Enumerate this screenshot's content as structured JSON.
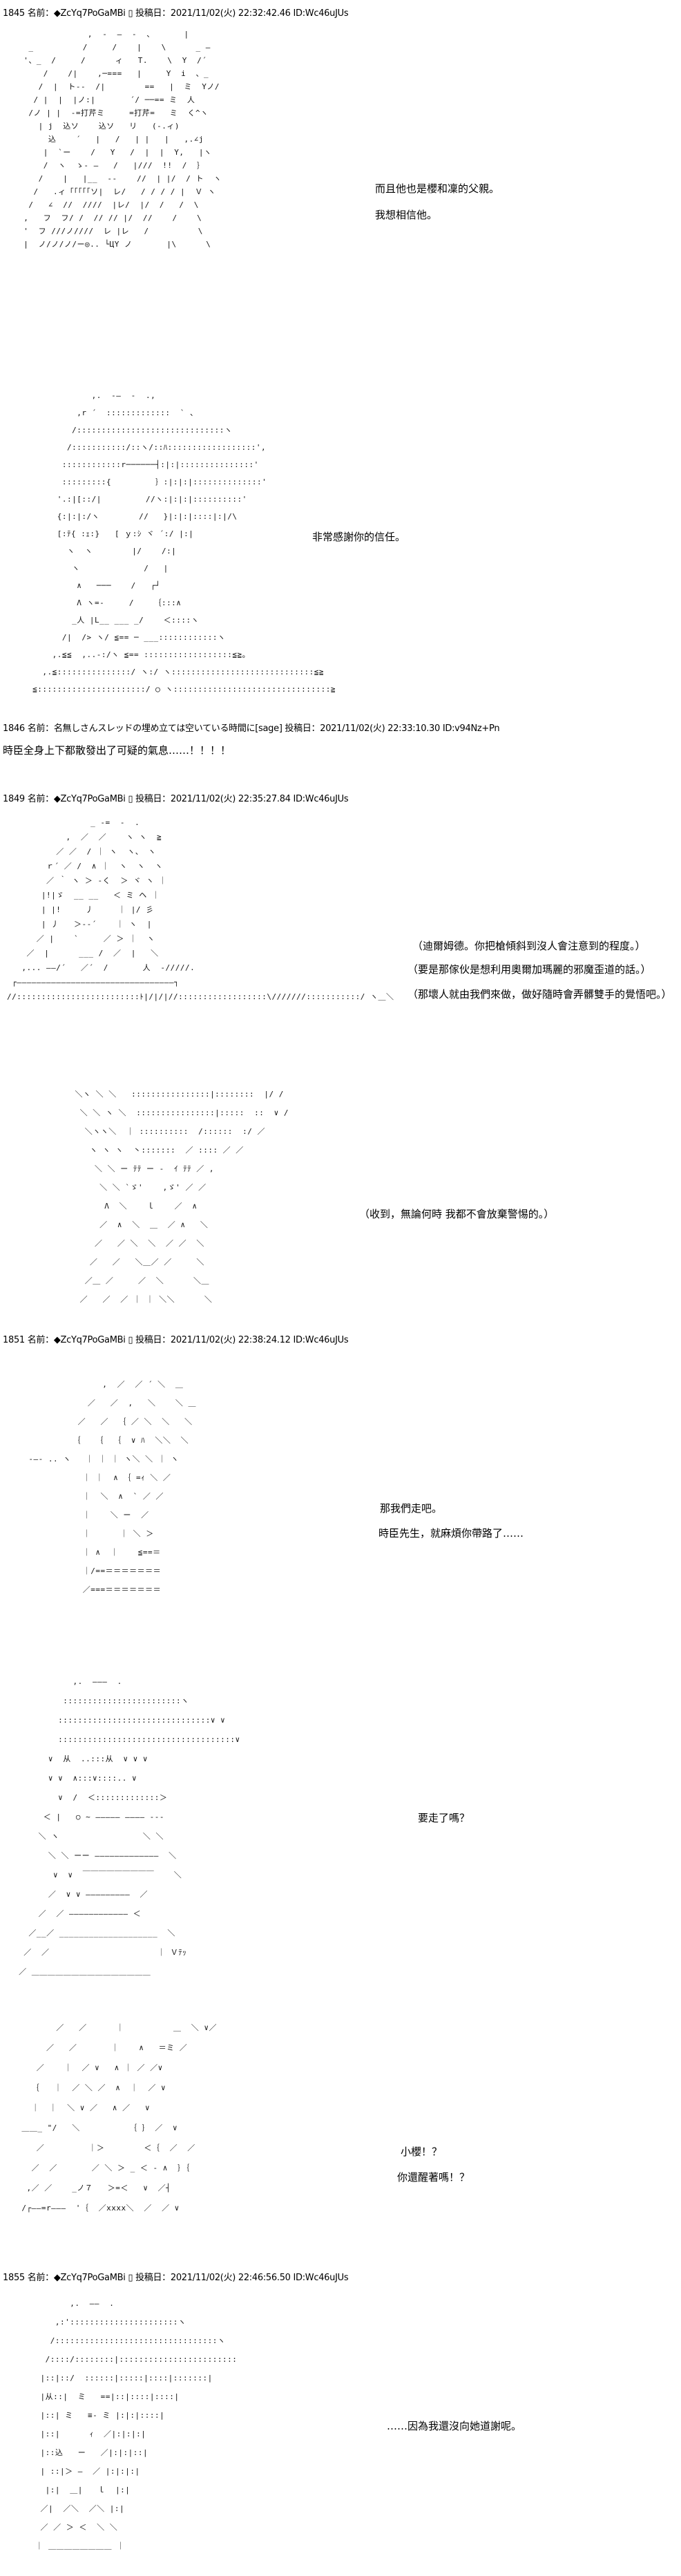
{
  "posts": [
    {
      "header": "1845 名前：◆ZcYq7PoGaMBi ▯ 投稿日：2021/11/02(火) 22:32:42.46 ID:Wc46uJUs",
      "art": [
        "               ,  -  ―  -  、      |",
        "   _          /     /    |    \\      _ ―",
        "  '、_  /     /      ィ   T.    \\  Y  /´",
        "      /    /|    ,─===   |     Y  i  、_",
        "     /  |  ト-‐  /|        ==   |  ミ  Yノ/",
        "    / |  |  |ノ:|       ´/ ──== ミ  人",
        "   /ノ | |  -=打芹ミ     =打芹=   ミ  く^ヽ",
        "     | j  込ソ    込ソ   リ   (-.ィ)",
        "       込    ´   |   /   | |   |   ,.∠j",
        "      |  `ー    /   Y   /  |  |  Y,   |ヽ",
        "      /  ヽ  ゝ- ―   /   |///  !!  /  ｝",
        "     /    |   |__  --    //  | |/  / ト  ヽ",
        "    /   .ィ「「「「「ソ|  レ/   / / / / |  Ｖ ヽ",
        "   /   ∠  //  ////  |レ/  |/  /   /  \\",
        "  ,   フ  フ/ /  // // |/  //    /    \\",
        "  '  フ ///ノ////  レ |レ   /          \\",
        "  |  ノ/ノ/ノ/ー◎.. └ЦY ノ       |\\      \\"
      ],
      "lines": [
        "而且他也是櫻和凜的父親。",
        "我想相信他。"
      ],
      "art2": [
        "             ,.  -―  -  .,",
        "          ,r ´  :::::::::::::  ` 、",
        "         /::::::::::::::::::::::::::::::ヽ",
        "        /:::::::::::/::ヽ/::ﾊ::::::::::::::::::',",
        "       ::::::::::::r──────┤:|:|:::::::::::::::'",
        "       :::::::::{         ｝:|:|:|::::::::::::::'",
        "      '.:|[::/|         //ヽ:|:|:|::::::::::'",
        "      {:|:|:/ヽ        //   }|:|:|::::|:|/\\",
        "      [:ﾃ{ :ｪ:}   [ ｙ:ｼ ヾ ´:/ |:|",
        "        ヽ  ヽ        |/    /:|",
        "         ヽ             /   |",
        "          ∧   ───    /   ┌┘",
        "          Λ ヽ=-     /    ｛:::∧",
        "         _人 |L__ ___ _/    ＜::::ヽ",
        "       /|  /> ヽ/ ≦== ─ ___::::::::::::ヽ",
        "     ,.≦≦  ,..-:/ヽ ≦== ::::::::::::::::::≦≧。",
        "   ,.≦:::::::::::::::/ ヽ:/ ヽ:::::::::::::::::::::::::::::≦≧",
        " ≦::::::::::::::::::::::/ ◯ ヽ::::::::::::::::::::::::::::::::≧"
      ],
      "lines2": [
        "非常感謝你的信任。"
      ]
    },
    {
      "header": "1846 名前：名無しさんスレッドの埋め立ては空いている時間に[sage] 投稿日：2021/11/02(火) 22:33:10.30 ID:v94Nz+Pn",
      "lines": [
        "時臣全身上下都散發出了可疑的氣息……！！！！"
      ]
    },
    {
      "header": "1849 名前：◆ZcYq7PoGaMBi ▯ 投稿日：2021/11/02(火) 22:35:27.84 ID:Wc46uJUs",
      "art": [
        "                 _ -=  -  .",
        "            ,  ／  ／    ヽ ヽ  ≧",
        "          ／ ／  / ｜ ヽ  ヽ、 ヽ",
        "        ｒ´ ／ /  ∧ ｜  ヽ  ヽ  ヽ",
        "        ／ ｀ ヽ ＞ -く  ＞ ヾ ヽ ｜",
        "       |!|ゞ  __ __   ＜ ミ ヘ ｜",
        "       | |!     丿     ｜ |/ 彡",
        "       | 丿   ＞-‐´    ｜ ヽ  |",
        "      ／ |    `     ／ ＞ ｜  ヽ",
        "    ／  |      ___ /  ／  |   ＼",
        "   ,... ――/´   ／´  /       人  -/////.",
        " ┌――――――――――――――――――――――――――――――――┐",
        "//:::::::::::::::::::::::::ﾄ|/|/|//::::::::::::::::::\\///////:::::::::::/ ヽ＿＼"
      ],
      "lines": [
        "（迪爾姆德。你把槍傾斜到沒人會注意到的程度。）",
        "（要是那傢伙是想利用奧爾加瑪麗的邪魔歪道的話。）",
        "（那壞人就由我們來做，做好隨時會弄髒雙手的覺悟吧。）"
      ],
      "art2": [
        "    ＼ヽ ＼ ＼   ::::::::::::::::|::::::::  |/ /",
        "     ＼ ＼ ヽ ＼  ::::::::::::::::|:::::  ::  ∨ /",
        "      ＼ヽヽ＼  ｜ ::::::::::  /::::::  :/ ／",
        "       ヽ ヽ ヽ  丶:::::::  ／ :::: ／ ／",
        "        ＼ ＼ ー ﾃﾃ ー ‐  ｲ ﾃﾃ ／ ,",
        "         ＼ ＼ `ゞ'    ,ゞ' ／ ／",
        "          Λ  ＼    ｌ    ／  ∧",
        "         ／  ∧  ＼  ＿  ／ ∧   ＼",
        "        ／   ／ ＼  ＼  ／ ／  ＼",
        "       ／   ／   ＼＿／ ／     ＼",
        "      ／＿ ／     ／  ＼      ＼＿",
        "     ／   ／  ／ ｜ ｜ ＼＼      ＼"
      ],
      "lines2": [
        "（收到，無論何時 我都不會放棄警惕的。）"
      ]
    },
    {
      "header": "1851 名前：◆ZcYq7PoGaMBi ▯ 投稿日：2021/11/02(火) 22:38:24.12 ID:Wc46uJUs",
      "art": [
        "                  ,  ／  ／ ´ ＼  ＿",
        "               ／   ／  ,   ＼    ＼ ＿",
        "             ／   ／  ｛ ／ ＼  ＼   ＼",
        "            ｛   ｛  ｛  ∨ ﾊ  ＼＼  ＼",
        "   ‐―‐ .. ヽ   ｜ ｜ ｜ ヽ＼ ＼ ｜ ヽ",
        "              ｜ ｜  ∧ ｛ =ｨ ＼ ／",
        "              ｜  ＼  ∧  ` ／ ／",
        "              ｜    ＼ ー  ／",
        "              ｜      ｜ ＼ ＞",
        "              ｜ ∧  ｜    ≦==＝",
        "              ｜/==＝＝＝＝＝＝＝",
        "              ／===＝＝＝＝＝＝＝"
      ],
      "lines": [
        "那我們走吧。",
        "時臣先生，就麻煩你帶路了……"
      ],
      "art2": [
        "            ,.  ―――  .",
        "          ::::::::::::::::::::::::ヽ",
        "         :::::::::::::::::::::::::::::::∨ ∨",
        "         ::::::::::::::::::::::::::::::::::::∨",
        "       ∨  从  ..:::从  ∨ ∨ ∨",
        "       ∨ ∨  ∧:::∨::::.. ∨",
        "         ∨  /  ＜:::::::::::::＞",
        "      ＜ |   ○ ~ ――――― ―――― ‐‐‐",
        "     ＼ ヽ                 ＼ ＼",
        "       ＼ ＼ ーー ―――――――――――――  ＼",
        "        ∨  ∨  ￣￣￣￣￣￣￣￣￣    ＼",
        "       ／  ∨ ∨ ―――――――――  ／",
        "     ／  ／ ―――――――――――― ＜",
        "   ／__／ ____________________  ＼",
        "  ／  ／                      ｜ Ｖﾃｯ",
        " ／ ＿＿＿＿＿＿＿＿＿＿＿＿＿＿＿"
      ],
      "lines2": [
        "要走了嗎？"
      ],
      "art3": [
        "          ／   ／      ｜          ＿  ＼ ∨／",
        "        ／   ／       ｜    ∧   ＝ミ ／",
        "      ／    ｜  ／ ∨   ∧ ｜ ／ ／∨",
        "     ｛   ｜  ／ ＼ ／  ∧  ｜  ／ ∨",
        "     ｜  ｜  ＼ ∨ ／   ∧ ／   ∨",
        "   ＿＿_ \"/   ＼          ｛ ｝ ／  ∨",
        "      ／         ｜＞        ＜｛  ／  ／",
        "     ／  ／       ／ ＼ ＞ _ ＜ ‐ ∧  ｝｛",
        "    ,／ ／    _ノ７   ＞=＜   ∨  ／┤",
        "   /┌――=r―――  '｛  ／xxxx＼  ／  ／ ∨"
      ],
      "lines3": [
        "小櫻！？",
        "你還醒著嗎！？"
      ]
    },
    {
      "header": "1855 名前：◆ZcYq7PoGaMBi ▯ 投稿日：2021/11/02(火) 22:46:56.50 ID:Wc46uJUs",
      "art": [
        "          ,.  ――  .",
        "       ,:'::::::::::::::::::::::ヽ",
        "      /:::::::::::::::::::::::::::::::::ヽ",
        "     /::::/::::::::|::::::::::::::::::::::::",
        "    |::|::/  ::::::|:::::|::::|:::::::|",
        "    |从::|  ミ   ==|::|::::|::::|",
        "    |::| ミ   ≡‐ ミ |:|:|::::|",
        "    |::|      ｨ  ／|:|:|:|",
        "    |::込   ー   ／|:|:|::|",
        "    | ::|＞ ―  ／ |:|:|:|",
        "     |:|  ＿|   ｌ  |:|",
        "    ／|  ／＼  ／＼ |:|",
        "    ／ ／ ＞ ＜  ＼ ＼",
        "   ｜ ＿＿＿＿＿＿＿＿ ｜"
      ],
      "lines": [
        "……因為我還沒向她道謝呢。"
      ]
    }
  ]
}
